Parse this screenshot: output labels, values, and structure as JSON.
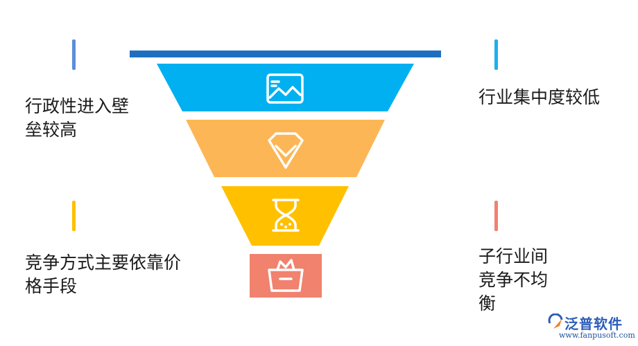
{
  "labels": {
    "left_top": [
      "行政性进入壁",
      "垒较高"
    ],
    "right_top": "行业集中度较低",
    "left_bottom": [
      "竞争方式主要依靠价",
      "格手段"
    ],
    "right_bottom": [
      "子行业间",
      "竞争不均",
      "衡"
    ]
  },
  "colors": {
    "top_bar": "#1f6fc1",
    "tier1": "#00b0f0",
    "tier2": "#fdb655",
    "tier3": "#ffc000",
    "tier4": "#f0826e",
    "tick_left_top": "#5b8fd8",
    "tick_right_top": "#1bb0ec",
    "tick_left_bottom": "#ffc000",
    "tick_right_bottom": "#f0826e"
  },
  "icons": [
    "image-icon",
    "gem-icon",
    "hourglass-icon",
    "basket-icon"
  ],
  "logo": {
    "name": "泛普软件",
    "url": "www.fanpusoft.com"
  }
}
